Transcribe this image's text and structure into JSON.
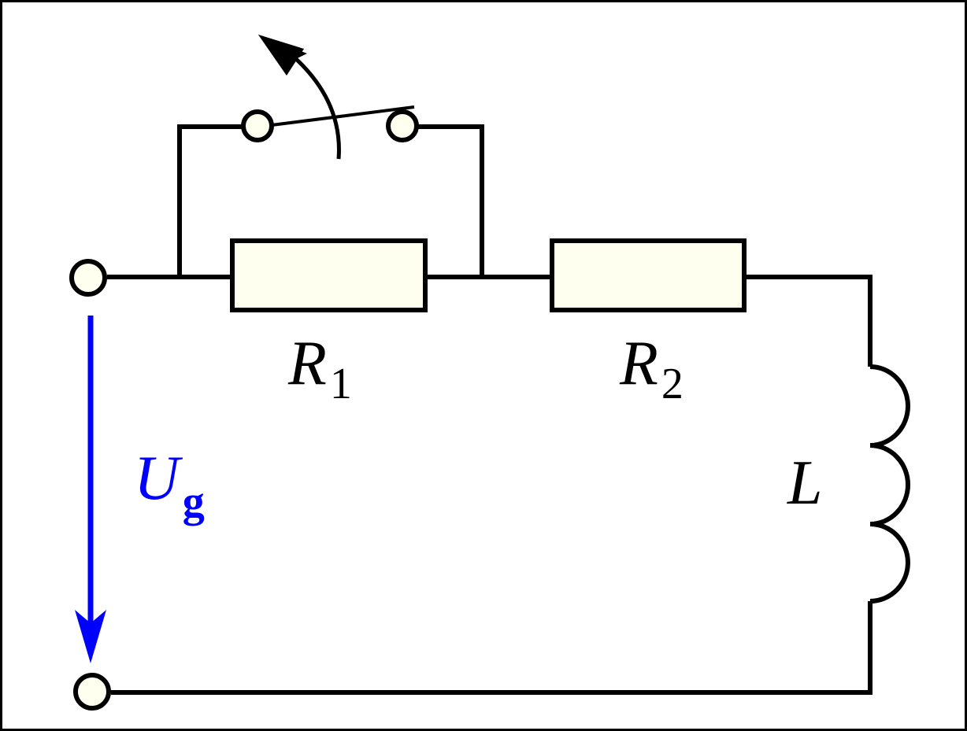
{
  "colors": {
    "wire": "#000000",
    "terminal_fill": "#fffff0",
    "resistor_fill": "#fffff0",
    "voltage": "#0000ff",
    "background": "#ffffff"
  },
  "labels": {
    "r1_main": "R",
    "r1_sub": "1",
    "r2_main": "R",
    "r2_sub": "2",
    "inductor": "L",
    "voltage_main": "U",
    "voltage_sub": "g"
  },
  "icons": {
    "switch": "open-switch-icon",
    "voltage_arrow": "arrow-down-icon"
  }
}
